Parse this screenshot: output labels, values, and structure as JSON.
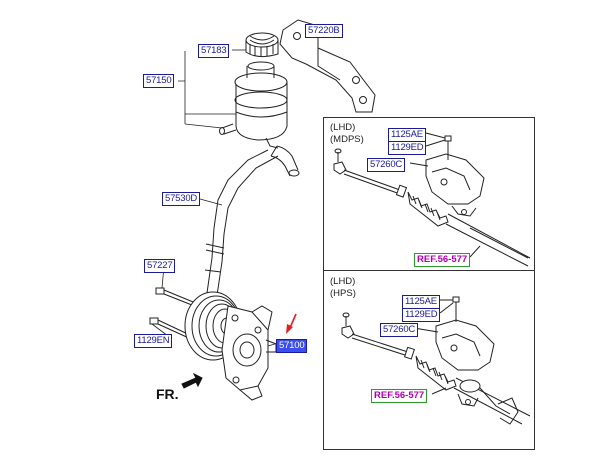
{
  "colors": {
    "label_border": "#1a1a9a",
    "label_highlight": "#3b4ff0",
    "ref_text": "#b000b0",
    "ref_border": "#2a9a2a",
    "pointer_arrow": "#e02020"
  },
  "labels": {
    "bracket": "57220B",
    "reservoir_cap": "57183",
    "reservoir": "57150",
    "hose": "57530D",
    "bolt_upper": "57227",
    "bolt_lower": "1129EN",
    "pump": "57100"
  },
  "inset_mdps": {
    "title_line1": "(LHD)",
    "title_line2": "(MDPS)",
    "bolt_a": "1125AE",
    "bolt_b": "1129ED",
    "cover": "57260C",
    "ref": "REF.56-577"
  },
  "inset_hps": {
    "title_line1": "(LHD)",
    "title_line2": "(HPS)",
    "bolt_a": "1125AE",
    "bolt_b": "1129ED",
    "cover": "57260C",
    "ref": "REF.56-577"
  },
  "direction": {
    "label": "FR.",
    "icon": "forward-arrow-icon"
  }
}
